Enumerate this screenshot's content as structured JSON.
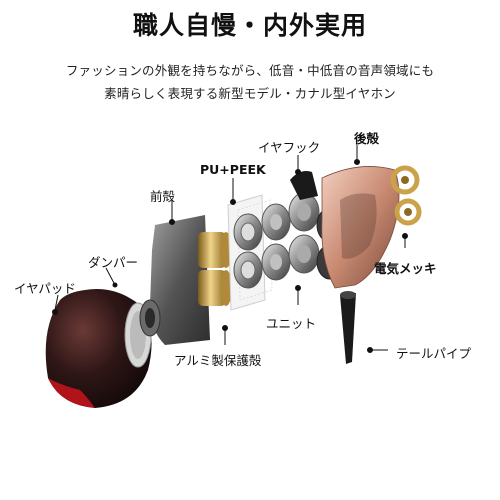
{
  "header": {
    "title": "職人自慢・内外実用",
    "subtitle_line1": "ファッションの外観を持ちながら、低音・中低音の音声領域にも",
    "subtitle_line2": "素晴らしく表現する新型モデル・カナル型イヤホン"
  },
  "labels": {
    "ear_hook": "イヤフック",
    "rear_shell": "後殻",
    "pu_peek": "PU+PEEK",
    "front_shell": "前殻",
    "damper": "ダンパー",
    "ear_pad": "イヤパッド",
    "plating": "電気メッキ",
    "unit": "ユニット",
    "tail_pipe": "テールパイプ",
    "alu_shell": "アルミ製保護殻"
  },
  "colors": {
    "ear_tip": "#2a1414",
    "ear_tip_inner": "#b0141a",
    "rose_gold": "#d9a690",
    "gold": "#c9a24a",
    "smoke_shell": "#5a5a5a",
    "cable": "#6a4a3a"
  }
}
